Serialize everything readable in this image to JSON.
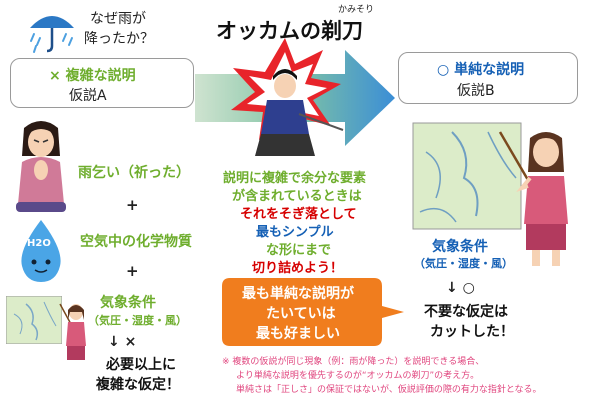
{
  "title": {
    "text": "オッカムの剃刀",
    "ruby": "かみそり"
  },
  "question": {
    "line1": "なぜ雨が",
    "line2": "降ったか？"
  },
  "left": {
    "box_line1": "× 複雑な説明",
    "box_line2": "仮説A",
    "item1": "雨乞い（祈った）",
    "item2": "空気中の化学物質",
    "item3": "気象条件",
    "item3_sub": "（気圧・湿度・風）",
    "arrow": "↓ ×",
    "conclusion_line1": "必要以上に",
    "conclusion_line2": "複雑な仮定！",
    "plus": "+",
    "drop_label": "H2O"
  },
  "center": {
    "line1": "説明に複雑で余分な要素",
    "line2": "が含まれているときは",
    "line3": "それをそぎ落として",
    "line4": "最もシンプル",
    "line5": "な形にまで",
    "line6": "切り詰めよう！",
    "callout_line1": "最も単純な説明が",
    "callout_line2": "たいていは",
    "callout_line3": "最も好ましい"
  },
  "right": {
    "box_line1": "○ 単純な説明",
    "box_line2": "仮説B",
    "item": "気象条件",
    "item_sub": "（気圧・湿度・風）",
    "arrow": "↓ ○",
    "conclusion_line1": "不要な仮定は",
    "conclusion_line2": "カットした！"
  },
  "footnote": {
    "line1": "※ 複数の仮説が同じ現象（例：雨が降った）を説明できる場合、",
    "line2": "より単純な説明を優先するのが“オッカムの剃刀”の考え方。",
    "line3": "単純さは「正しさ」の保証ではないが、仮説評価の際の有力な指針となる。"
  },
  "colors": {
    "green": "#6fae2e",
    "red": "#d60000",
    "blue": "#1560b5",
    "orange": "#f07d1e",
    "arrow": "#5aa8d8"
  }
}
